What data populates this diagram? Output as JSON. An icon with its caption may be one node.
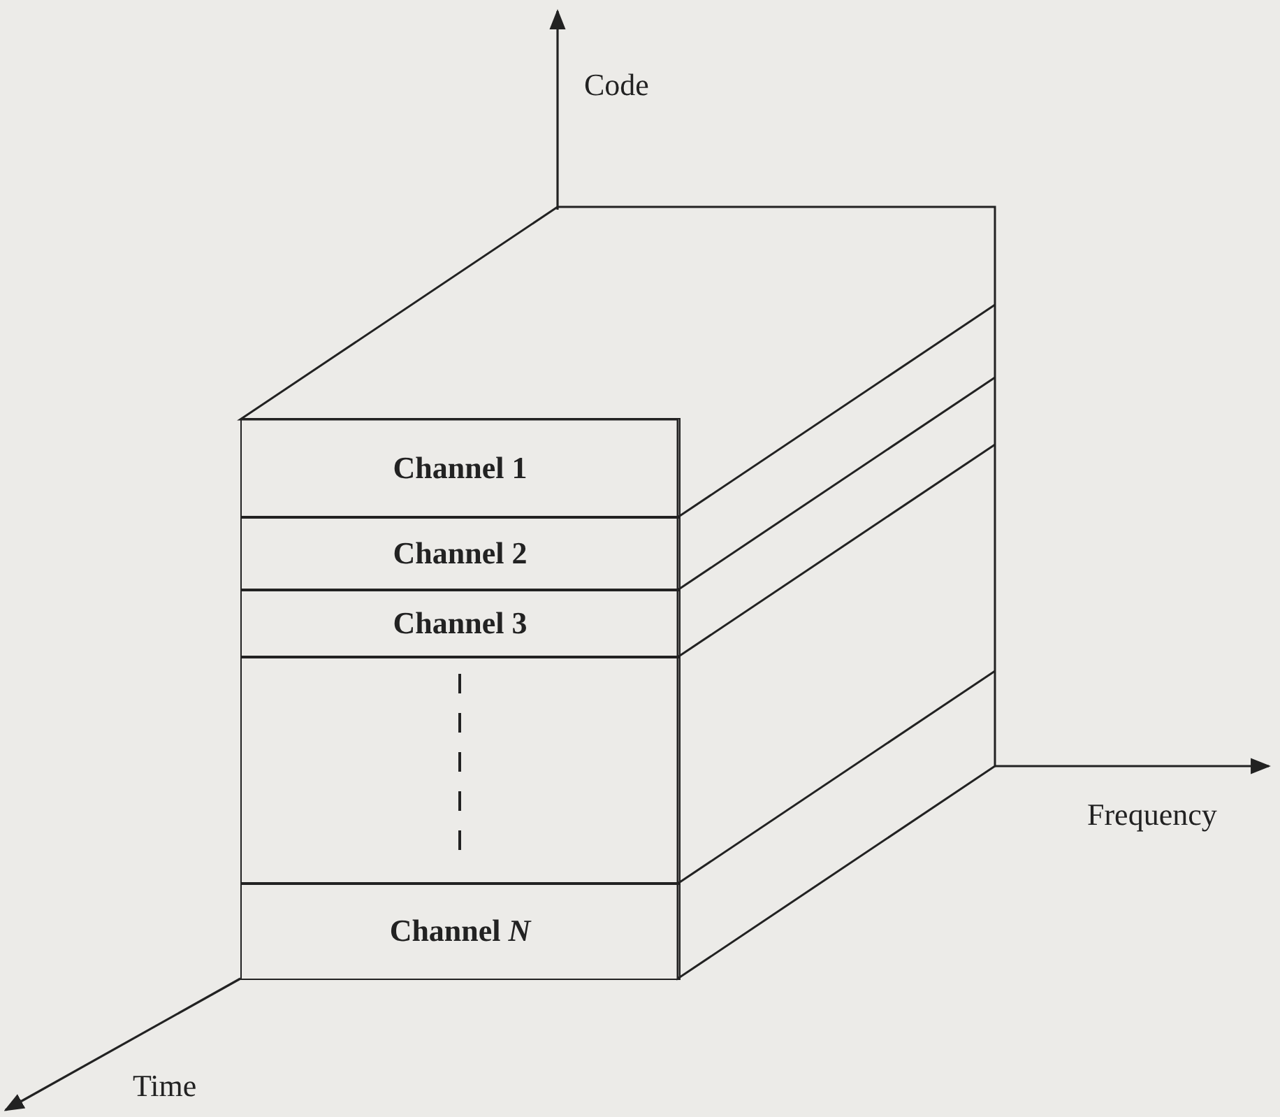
{
  "diagram": {
    "nodes": [
      {
        "text": [
          "Channel 1"
        ]
      },
      {
        "text": [
          "Channel 2"
        ]
      },
      {
        "text": [
          "Channel 3"
        ]
      },
      {
        "text": [],
        "shape": "box"
      },
      {
        "text": [
          "Channel *N*"
        ]
      }
    ],
    "edges": [],
    "labels": [
      "Code",
      "Frequency",
      "Time"
    ]
  }
}
